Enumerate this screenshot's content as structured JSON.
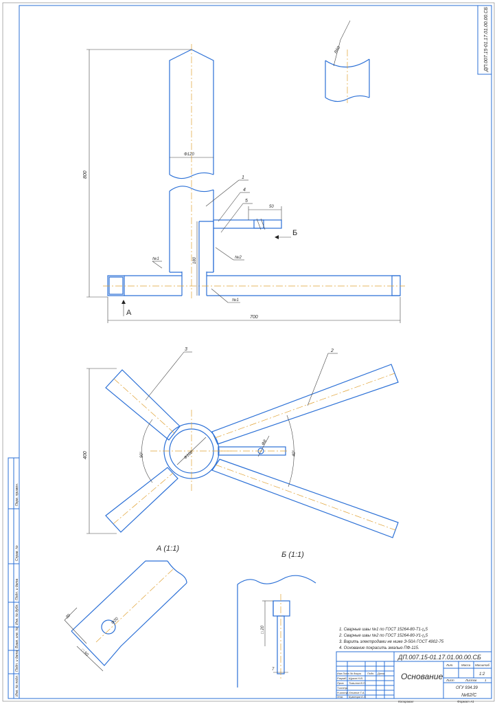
{
  "stamp": {
    "corner_code": "ДП.007.15-01.17.01.00.00.СБ",
    "doc_code": "ДП.007.15-01.17.01.00.00.СБ",
    "title": "Основание",
    "col_lit": "Лит.",
    "col_mass": "Масса",
    "col_scale": "Масштаб",
    "scale": "1:2",
    "sheet_label": "Лист",
    "sheets_label": "Листов",
    "sheets_value": "1",
    "org_line1": "ОГУ 934.39",
    "org_line2": "№62/С",
    "copied": "Копировал",
    "format": "Формат  А1",
    "hdr_izm": "Изм",
    "hdr_list": "Лист",
    "hdr_ndoc": "№ докум.",
    "hdr_sign": "Подп.",
    "hdr_date": "Дата",
    "roles": [
      {
        "role": "Разраб.",
        "name": "Щукин Н.В."
      },
      {
        "role": "Пров.",
        "name": "Томилов В.П."
      },
      {
        "role": "Т.контр.",
        "name": ""
      },
      {
        "role": "Н.контр.",
        "name": "Ульянов Т.А."
      },
      {
        "role": "Утв.",
        "name": "Кузнецов К.Л."
      }
    ]
  },
  "notes": [
    "1. Сварные швы №1 по ГОСТ 15264-80-Т1-◺5",
    "2. Сварные швы №2 по ГОСТ 15264-80-У1-◺5",
    "3. Варить электродами не ниже Э-50А ГОСТ 4902-75",
    "4. Основание покрасить эмалью ПФ-115."
  ],
  "front_view": {
    "dim_height": "800",
    "dim_pipe_dia": "Ф120",
    "dim_180": "180",
    "dim_50": "50",
    "dim_700": "700",
    "label_b": "Б",
    "label_a": "А",
    "weld_1a": "№1",
    "weld_1b": "№1",
    "weld_2": "№2",
    "callout_1": "1",
    "callout_4": "4",
    "callout_5": "5",
    "detail_r": "R60"
  },
  "plan_view": {
    "dim_400": "400",
    "dim_center_dia": "Ф100",
    "angle_90": "90°",
    "angle_40": "40°",
    "dim_pin_dia": "Ф8",
    "callout_2": "2",
    "callout_3": "3"
  },
  "section_a": {
    "title": "А (1:1)",
    "dim_30": "30",
    "dim_hole": "Ф20",
    "dim_square": "□ 50"
  },
  "section_b": {
    "title": "Б (1:1)",
    "dim_square": "□ 20",
    "dim_7": "7"
  },
  "side_strip": {
    "labels": [
      "Перв. примен.",
      "Справ. №",
      "Подп. и дата",
      "Инв. № дубл.",
      "Взам. инв. №",
      "Подп. и дата",
      "Инв. № подл."
    ]
  }
}
